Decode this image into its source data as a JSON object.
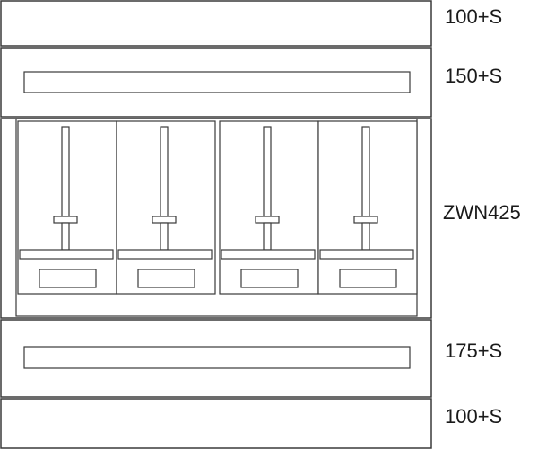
{
  "title": "",
  "modules": [
    {
      "id": "top-blank",
      "label": "100+S"
    },
    {
      "id": "upper-strip",
      "label": "150+S"
    },
    {
      "id": "meter-block",
      "label": "ZWN425",
      "meter_count": 4
    },
    {
      "id": "lower-strip",
      "label": "175+S"
    },
    {
      "id": "bottom-blank",
      "label": "100+S"
    }
  ],
  "colors": {
    "line": "#3a3a3a",
    "fill": "#ffffff",
    "text": "#1a1a1a"
  }
}
